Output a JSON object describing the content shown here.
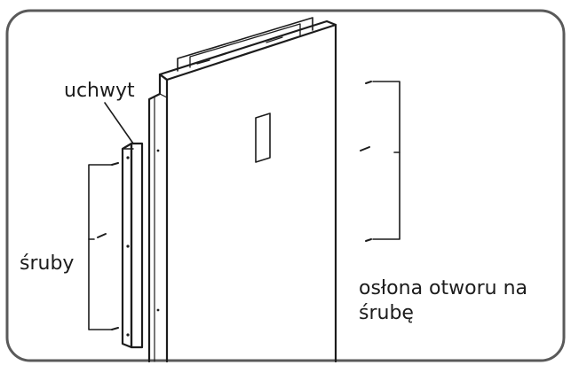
{
  "labels": {
    "handle": "uchwyt",
    "screws": "śruby",
    "cover_line1": "osłona otworu na",
    "cover_line2": "śrubę"
  },
  "colors": {
    "stroke": "#1c1c1c",
    "frame": "#5a5a5a",
    "background": "#ffffff"
  }
}
